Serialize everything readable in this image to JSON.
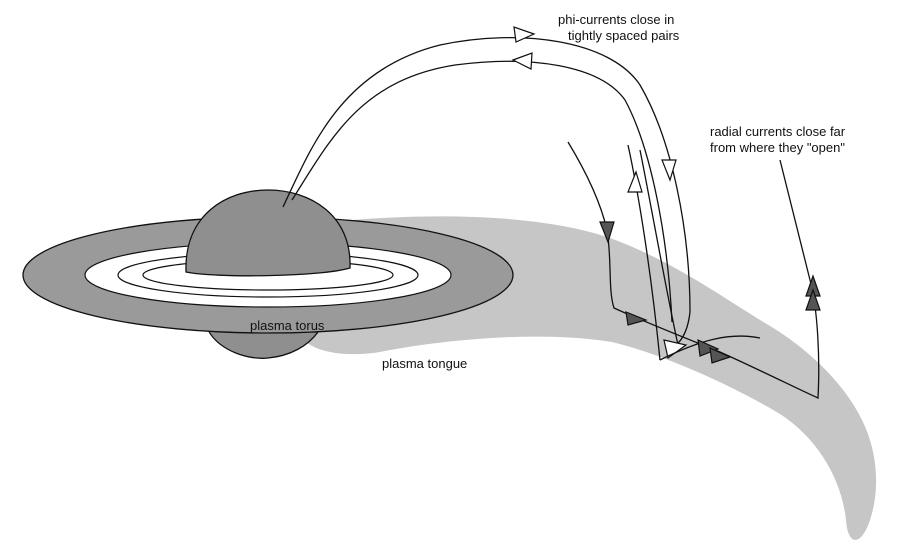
{
  "labels": {
    "phi_line1": "phi-currents close in",
    "phi_line2": "tightly spaced pairs",
    "radial_line1": "radial currents close far",
    "radial_line2": "from where they \"open\"",
    "torus": "plasma torus",
    "tongue": "plasma tongue"
  },
  "colors": {
    "tongue_fill": "#c6c6c6",
    "outer_ring": "#9a9a9a",
    "planet": "#8f8f8f",
    "inner_rings": "#ffffff",
    "dark_arrow": "#555555",
    "open_arrow": "#ffffff",
    "line": "#111111"
  }
}
